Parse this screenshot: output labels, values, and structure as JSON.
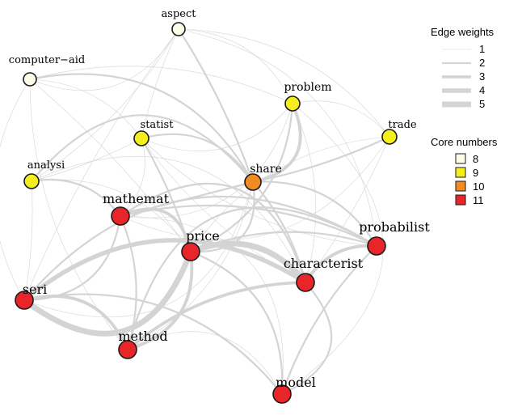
{
  "nodes": [
    {
      "id": "aspect",
      "label": "aspect",
      "core": 8
    },
    {
      "id": "computer-aid",
      "label": "computer−aid",
      "core": 8
    },
    {
      "id": "problem",
      "label": "problem",
      "core": 9
    },
    {
      "id": "trade",
      "label": "trade",
      "core": 9
    },
    {
      "id": "statist",
      "label": "statist",
      "core": 9
    },
    {
      "id": "analysi",
      "label": "analysi",
      "core": 9
    },
    {
      "id": "share",
      "label": "share",
      "core": 10
    },
    {
      "id": "mathemat",
      "label": "mathemat",
      "core": 11
    },
    {
      "id": "price",
      "label": "price",
      "core": 11
    },
    {
      "id": "probabilist",
      "label": "probabilist",
      "core": 11
    },
    {
      "id": "characterist",
      "label": "characterist",
      "core": 11
    },
    {
      "id": "seri",
      "label": "seri",
      "core": 11
    },
    {
      "id": "method",
      "label": "method",
      "core": 11
    },
    {
      "id": "model",
      "label": "model",
      "core": 11
    }
  ],
  "edges": [
    [
      "aspect",
      "computer-aid",
      1
    ],
    [
      "aspect",
      "problem",
      1
    ],
    [
      "aspect",
      "trade",
      1
    ],
    [
      "aspect",
      "share",
      2
    ],
    [
      "aspect",
      "statist",
      1
    ],
    [
      "aspect",
      "analysi",
      1
    ],
    [
      "aspect",
      "probabilist",
      1
    ],
    [
      "aspect",
      "seri",
      1
    ],
    [
      "computer-aid",
      "share",
      2
    ],
    [
      "computer-aid",
      "problem",
      1
    ],
    [
      "computer-aid",
      "price",
      1
    ],
    [
      "computer-aid",
      "statist",
      1
    ],
    [
      "computer-aid",
      "seri",
      1
    ],
    [
      "computer-aid",
      "method",
      1
    ],
    [
      "problem",
      "share",
      3
    ],
    [
      "problem",
      "price",
      2
    ],
    [
      "problem",
      "mathemat",
      1
    ],
    [
      "problem",
      "statist",
      1
    ],
    [
      "problem",
      "characterist",
      1
    ],
    [
      "problem",
      "trade",
      1
    ],
    [
      "problem",
      "model",
      1
    ],
    [
      "trade",
      "share",
      2
    ],
    [
      "trade",
      "characterist",
      1
    ],
    [
      "trade",
      "price",
      1
    ],
    [
      "trade",
      "mathemat",
      1
    ],
    [
      "statist",
      "share",
      2
    ],
    [
      "statist",
      "mathemat",
      1
    ],
    [
      "statist",
      "price",
      2
    ],
    [
      "statist",
      "characterist",
      1
    ],
    [
      "statist",
      "analysi",
      1
    ],
    [
      "statist",
      "probabilist",
      1
    ],
    [
      "analysi",
      "share",
      2
    ],
    [
      "analysi",
      "mathemat",
      2
    ],
    [
      "analysi",
      "price",
      1
    ],
    [
      "analysi",
      "seri",
      1
    ],
    [
      "analysi",
      "characterist",
      1
    ],
    [
      "share",
      "mathemat",
      2
    ],
    [
      "share",
      "price",
      2
    ],
    [
      "share",
      "probabilist",
      2
    ],
    [
      "share",
      "seri",
      1
    ],
    [
      "share",
      "characterist",
      2
    ],
    [
      "share",
      "method",
      1
    ],
    [
      "mathemat",
      "price",
      3
    ],
    [
      "mathemat",
      "characterist",
      2
    ],
    [
      "mathemat",
      "probabilist",
      2
    ],
    [
      "mathemat",
      "seri",
      2
    ],
    [
      "mathemat",
      "method",
      2
    ],
    [
      "mathemat",
      "model",
      1
    ],
    [
      "price",
      "characterist",
      5
    ],
    [
      "price",
      "seri",
      5
    ],
    [
      "price",
      "method",
      3
    ],
    [
      "price",
      "probabilist",
      2
    ],
    [
      "price",
      "model",
      2
    ],
    [
      "seri",
      "characterist",
      4
    ],
    [
      "seri",
      "method",
      3
    ],
    [
      "seri",
      "model",
      2
    ],
    [
      "seri",
      "probabilist",
      2
    ],
    [
      "method",
      "characterist",
      3
    ],
    [
      "method",
      "model",
      1
    ],
    [
      "method",
      "probabilist",
      2
    ],
    [
      "characterist",
      "probabilist",
      3
    ],
    [
      "characterist",
      "model",
      2
    ],
    [
      "model",
      "probabilist",
      2
    ]
  ],
  "legend": {
    "edge_title": "Edge weights",
    "edge_items": [
      {
        "label": "1",
        "weight": 1
      },
      {
        "label": "2",
        "weight": 2
      },
      {
        "label": "3",
        "weight": 3
      },
      {
        "label": "4",
        "weight": 4
      },
      {
        "label": "5",
        "weight": 5
      }
    ],
    "core_title": "Core numbers",
    "core_items": [
      {
        "label": "8",
        "color": "#fcfce8"
      },
      {
        "label": "9",
        "color": "#f5ee1d"
      },
      {
        "label": "10",
        "color": "#f28c22"
      },
      {
        "label": "11",
        "color": "#e8262a"
      }
    ]
  },
  "colors": {
    "edge": "#d4d4d4",
    "core_8": "#fcfce8",
    "core_9": "#f5ee1d",
    "core_10": "#f28c22",
    "core_11": "#e8262a"
  }
}
